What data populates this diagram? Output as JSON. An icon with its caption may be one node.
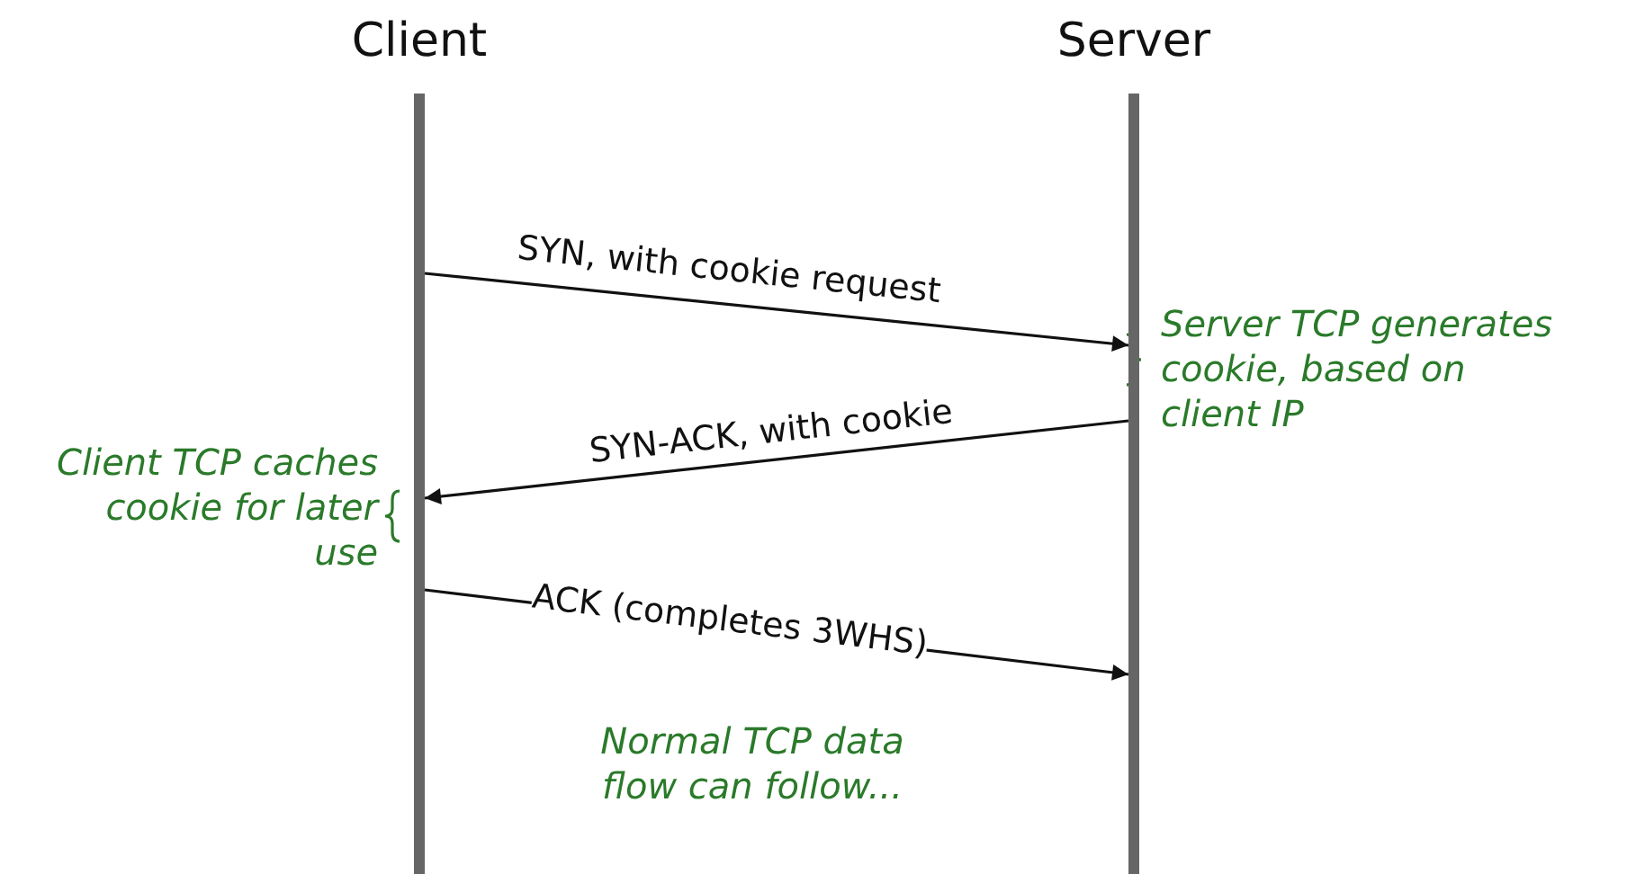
{
  "diagram": {
    "nodes": [
      {
        "text": [
          "Client"
        ]
      },
      {
        "text": [
          "Server"
        ]
      }
    ],
    "edges": [
      {
        "from": 0,
        "to": 1,
        "arrow": "to",
        "label": "SYN, with cookie request"
      },
      {
        "from": 1,
        "to": 0,
        "arrow": "to",
        "label": "SYN-ACK, with cookie"
      },
      {
        "from": 0,
        "to": 1,
        "arrow": "to",
        "label": "ACK (completes 3WHS)"
      }
    ],
    "labels": [
      "Server TCP generates cookie, based on client IP",
      "Client TCP caches cookie for later use",
      "Normal TCP data flow can follow..."
    ]
  }
}
